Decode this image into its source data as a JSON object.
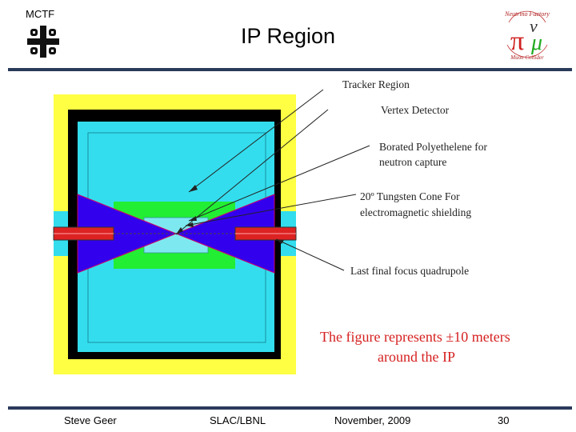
{
  "header": {
    "mctf_label": "MCTF",
    "title": "IP Region",
    "nf_logo_text": [
      "Neutrino Factory",
      "Muon Collider"
    ]
  },
  "diagram": {
    "labels": {
      "tracker_region": "Tracker Region",
      "vertex_detector": "Vertex Detector",
      "borated_line1": "Borated Polyethelene for",
      "borated_line2": "neutron capture",
      "tungsten_line1": "20º Tungsten Cone For",
      "tungsten_line2": "electromagnetic shielding",
      "quadrupole": "Last final focus quadrupole"
    },
    "caption_line1": "The figure represents ±10 meters",
    "caption_line2": "around the IP"
  },
  "footer": {
    "author": "Steve Geer",
    "organization": "SLAC/LBNL",
    "date": "November, 2009",
    "page": "30"
  },
  "colors": {
    "rule": "#2a3a5a",
    "yellow": "#ffff44",
    "cyan": "#33ddee",
    "blue_cone": "#3300ee",
    "green": "#22ee33",
    "red_pipe": "#dd2222",
    "caption": "#d62020"
  }
}
